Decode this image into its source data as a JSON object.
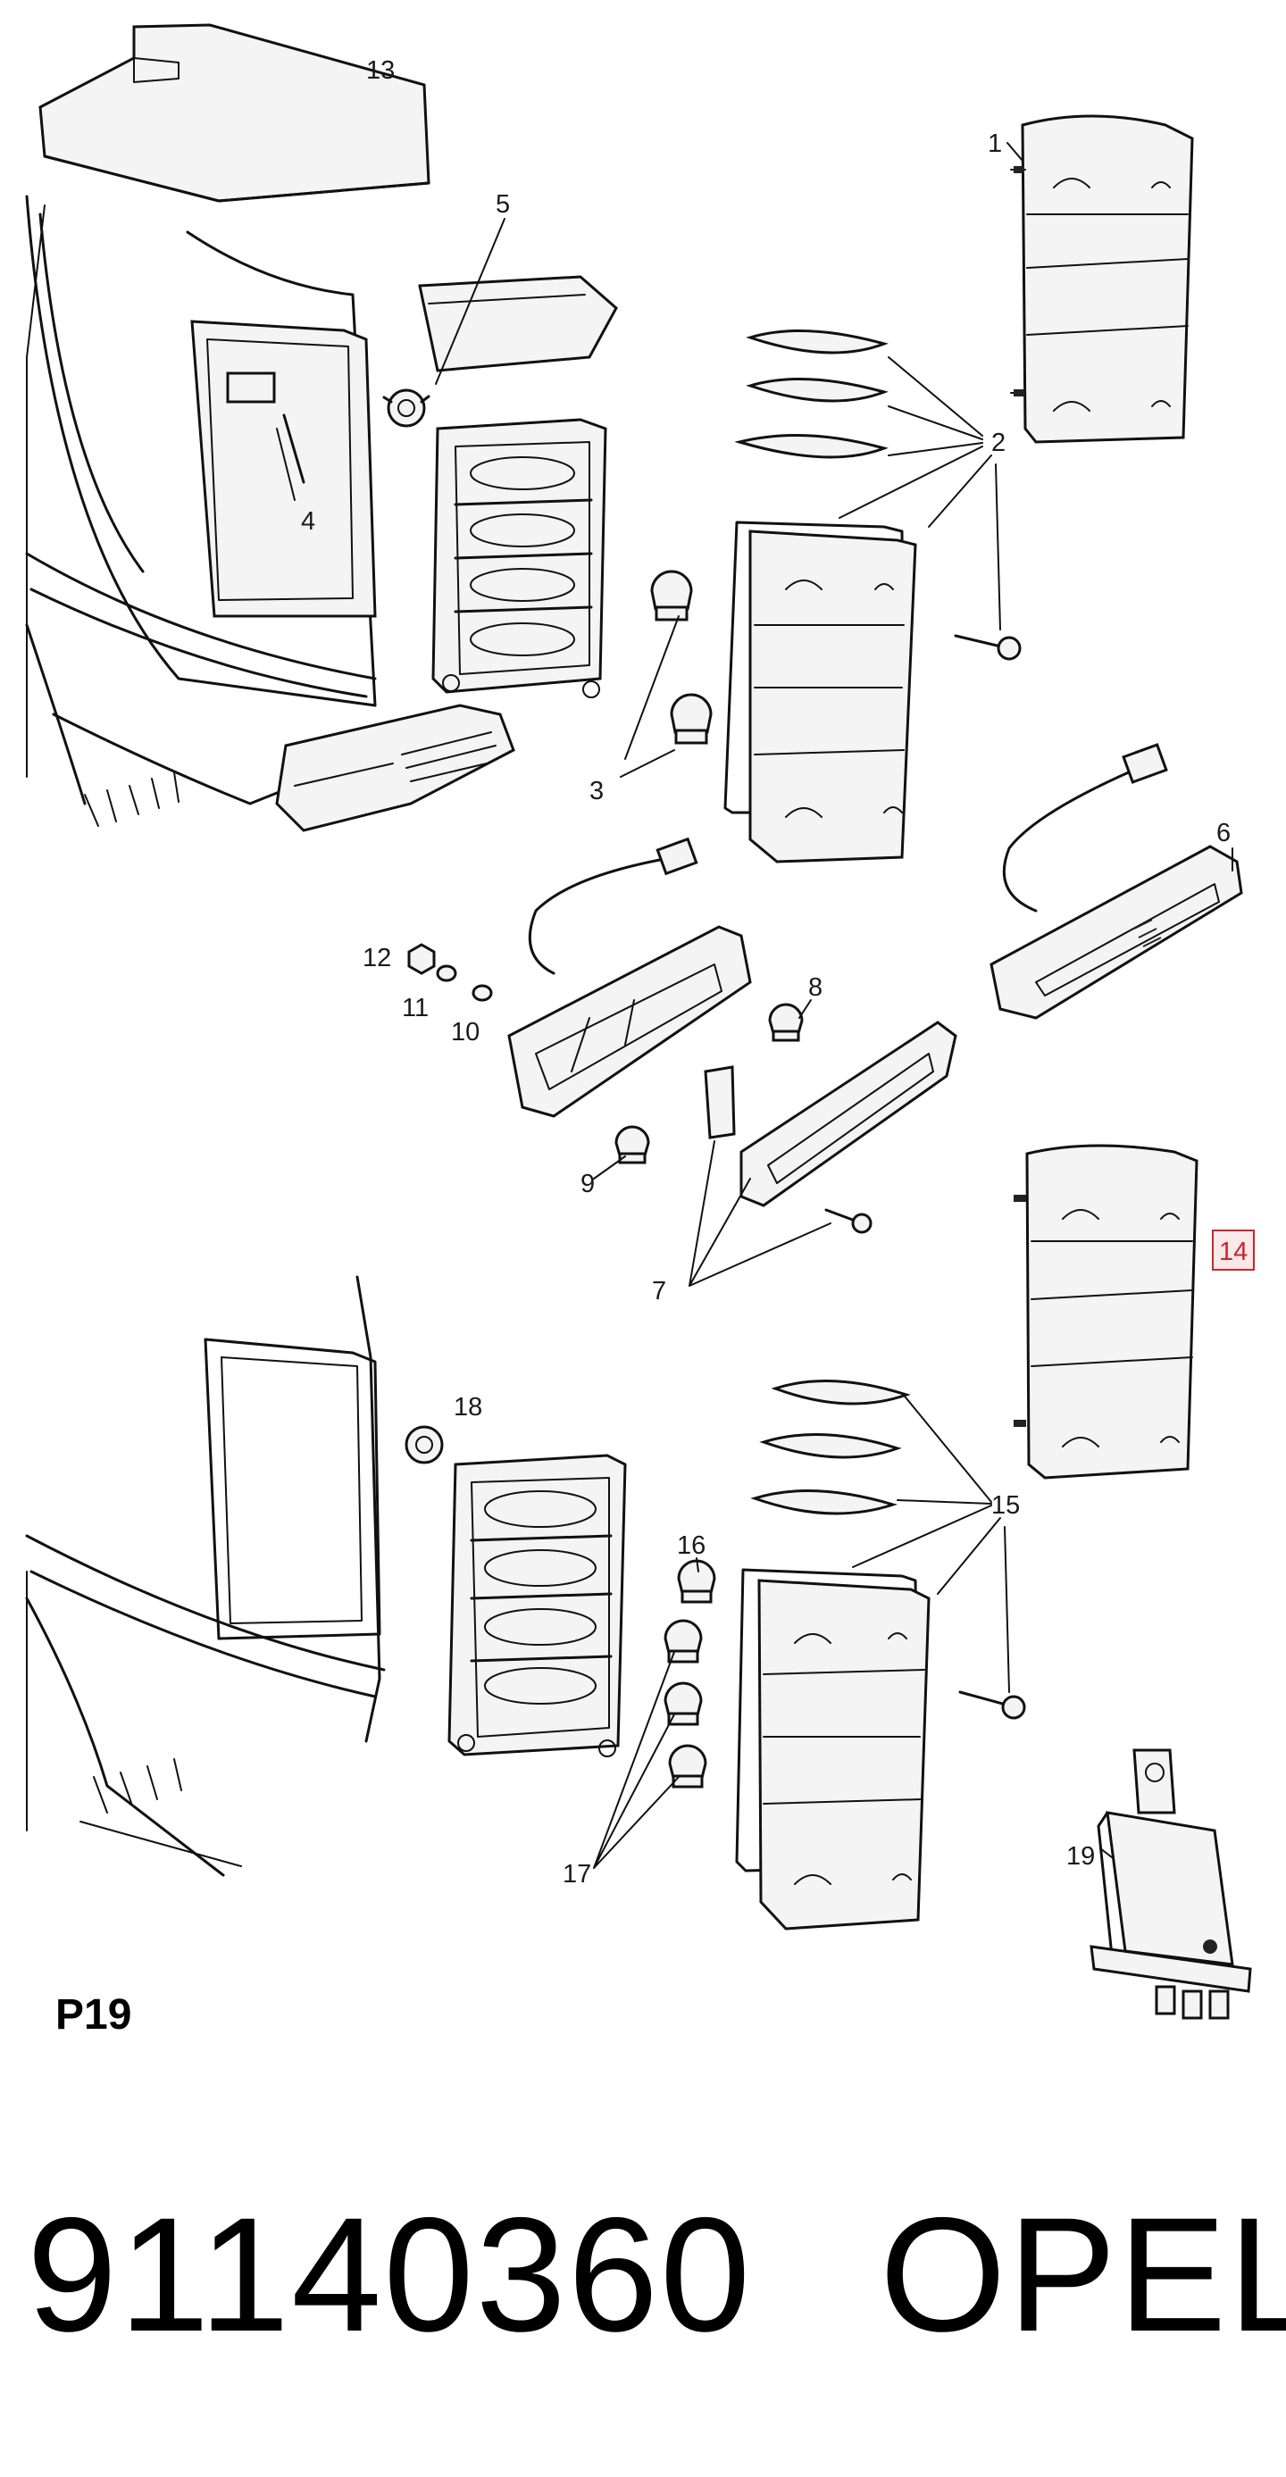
{
  "page_label": "P19",
  "part_number": "91140360",
  "brand": "OPEL",
  "highlight_color": "#c8262f",
  "callouts": {
    "c1": "1",
    "c2": "2",
    "c3": "3",
    "c4": "4",
    "c5": "5",
    "c6": "6",
    "c7": "7",
    "c8": "8",
    "c9": "9",
    "c10": "10",
    "c11": "11",
    "c12": "12",
    "c13": "13",
    "c14": "14",
    "c15": "15",
    "c16": "16",
    "c17": "17",
    "c18": "18",
    "c19": "19"
  },
  "highlighted_callout": "14"
}
